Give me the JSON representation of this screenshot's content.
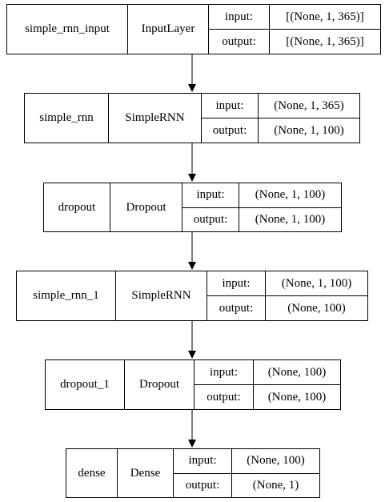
{
  "layers": [
    {
      "name": "simple_rnn_input",
      "type": "InputLayer",
      "input_label": "input:",
      "input": "[(None, 1, 365)]",
      "output_label": "output:",
      "output": "[(None, 1, 365)]"
    },
    {
      "name": "simple_rnn",
      "type": "SimpleRNN",
      "input_label": "input:",
      "input": "(None, 1, 365)",
      "output_label": "output:",
      "output": "(None, 1, 100)"
    },
    {
      "name": "dropout",
      "type": "Dropout",
      "input_label": "input:",
      "input": "(None, 1, 100)",
      "output_label": "output:",
      "output": "(None, 1, 100)"
    },
    {
      "name": "simple_rnn_1",
      "type": "SimpleRNN",
      "input_label": "input:",
      "input": "(None, 1, 100)",
      "output_label": "output:",
      "output": "(None, 100)"
    },
    {
      "name": "dropout_1",
      "type": "Dropout",
      "input_label": "input:",
      "input": "(None, 100)",
      "output_label": "output:",
      "output": "(None, 100)"
    },
    {
      "name": "dense",
      "type": "Dense",
      "input_label": "input:",
      "input": "(None, 100)",
      "output_label": "output:",
      "output": "(None, 1)"
    }
  ]
}
